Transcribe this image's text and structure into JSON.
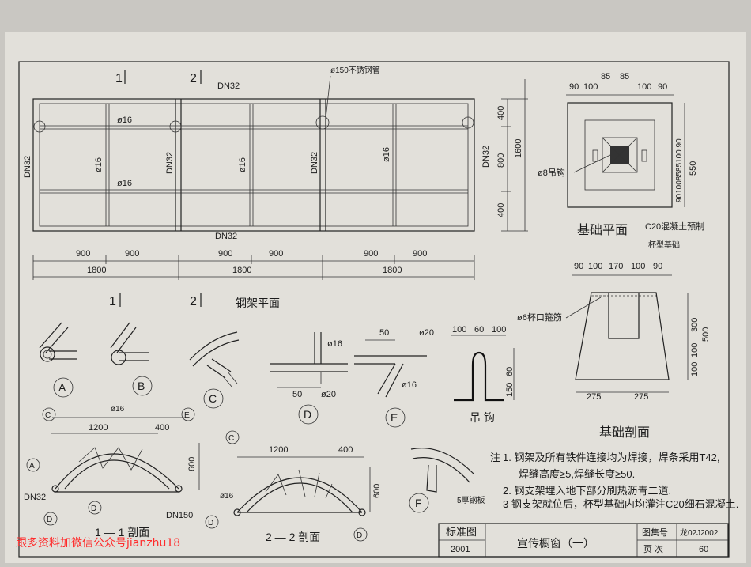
{
  "plan": {
    "marks": [
      "1",
      "2"
    ],
    "pipe_top": "DN32",
    "pipe_bottom": "DN32",
    "pipe_left": "DN32",
    "pipe_mid_v1": "DN32",
    "pipe_mid_v2": "DN32",
    "bar_phi16": "ø16",
    "tube_label": "ø150不锈钢管",
    "dims_small": [
      "900",
      "900",
      "900",
      "900",
      "900",
      "900"
    ],
    "dims_big": [
      "1800",
      "1800",
      "1800"
    ],
    "right_dims": [
      "400",
      "800",
      "400"
    ],
    "right_total": "1600",
    "title": "钢架平面"
  },
  "details": {
    "a": "A",
    "b": "B",
    "c": "C",
    "d": "D",
    "e": "E",
    "f": "F",
    "d_phi16": "ø16",
    "d_phi20": "ø20",
    "d_50": "50",
    "e_50": "50",
    "e_phi20": "ø20",
    "e_phi16": "ø16",
    "f_plate": "5厚钢板"
  },
  "hook": {
    "dims_top": [
      "100",
      "60",
      "100"
    ],
    "dims_side": [
      "60",
      "150"
    ],
    "title": "吊  钩"
  },
  "foundation_plan": {
    "dims_top": [
      "90",
      "100",
      "85",
      "85",
      "100",
      "90"
    ],
    "dims_right_stack": "901008585100 90",
    "dim_550": "550",
    "phi8": "ø8吊钩",
    "c20": "C20混凝土预制",
    "title": "基础平面",
    "subtitle": "杯型基础"
  },
  "foundation_section": {
    "dims_top": [
      "90",
      "100",
      "170",
      "100",
      "90"
    ],
    "phi6": "ø6杯口箍筋",
    "dims_right": [
      "300",
      "100",
      "100",
      "500"
    ],
    "dims_bottom": [
      "275",
      "275"
    ],
    "title": "基础剖面"
  },
  "section1": {
    "phi16": "ø16",
    "dim_1200": "1200",
    "dim_400": "400",
    "dim_600": "600",
    "dn32": "DN32",
    "dn150": "DN150",
    "title": "1 — 1 剖面",
    "callouts": [
      "C",
      "E",
      "A",
      "D",
      "D"
    ]
  },
  "section2": {
    "dim_1200": "1200",
    "dim_400": "400",
    "dim_600": "600",
    "phi16": "ø16",
    "title": "2 — 2  剖面",
    "callouts": [
      "C",
      "D",
      "D"
    ]
  },
  "notes": {
    "prefix": "注",
    "lines": [
      "1. 钢架及所有铁件连接均为焊接，焊条采用T42,",
      "焊缝高度≥5,焊缝长度≥50.",
      "2. 钢支架埋入地下部分刷热沥青二道.",
      "3  钢支架就位后，杯型基础内均灌注C20细石混凝土."
    ]
  },
  "titleblock": {
    "std_label": "标准图",
    "year": "2001",
    "title": "宣传橱窗（一）",
    "atlas_label": "图集号",
    "atlas_no": "龙02J2002",
    "page_label": "页  次",
    "page_no": "60"
  },
  "watermark": "跟多资料加微信公众号jianzhu18"
}
